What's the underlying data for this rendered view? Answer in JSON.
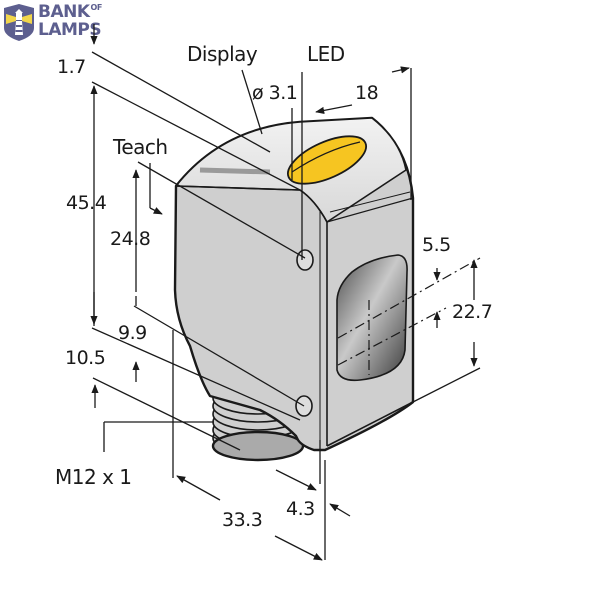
{
  "brand": {
    "name_line1": "BANK",
    "name_of": "OF",
    "name_line2": "LAMPS",
    "icon": "lighthouse-shield-icon",
    "colors": {
      "shield": "#5d5f8f",
      "light": "#f2d64b",
      "text": "#5d5f8f"
    }
  },
  "drawing": {
    "subject": "photoelectric sensor with M12 connector",
    "body_color": "#cfcfcf",
    "led_color": "#f6c521",
    "line_color": "#1a1a1a",
    "callouts": {
      "display": "Display",
      "led": "LED",
      "teach": "Teach",
      "connector": "M12 x 1"
    },
    "dimensions": {
      "top_offset": "1.7",
      "led_diameter": "ø 3.1",
      "width": "18",
      "height": "45.4",
      "teach_height": "24.8",
      "lens_offset": "5.5",
      "lens_spacing": "22.7",
      "lower_offset": "9.9",
      "connector_offset": "10.5",
      "depth": "33.3",
      "front_offset": "4.3"
    }
  }
}
